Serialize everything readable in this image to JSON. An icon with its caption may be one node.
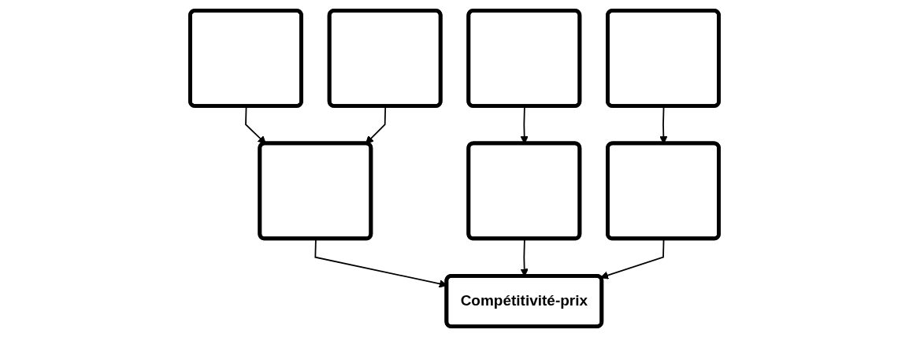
{
  "diagram": {
    "nodes": [
      {
        "text": [],
        "shape": "box"
      },
      {
        "text": [],
        "shape": "box"
      },
      {
        "text": [],
        "shape": "box"
      },
      {
        "text": [],
        "shape": "box"
      },
      {
        "text": [],
        "shape": "box"
      },
      {
        "text": [],
        "shape": "box"
      },
      {
        "text": [],
        "shape": "box"
      },
      {
        "text": [
          "Compétitivité-prix"
        ]
      }
    ],
    "edges": [
      {
        "from": 0,
        "to": 4,
        "arrow": "to"
      },
      {
        "from": 1,
        "to": 4,
        "arrow": "to"
      },
      {
        "from": 2,
        "to": 5,
        "arrow": "to"
      },
      {
        "from": 3,
        "to": 6,
        "arrow": "to"
      },
      {
        "from": 4,
        "to": 7,
        "arrow": "to"
      },
      {
        "from": 5,
        "to": 7,
        "arrow": "to"
      },
      {
        "from": 6,
        "to": 7,
        "arrow": "to"
      }
    ]
  }
}
